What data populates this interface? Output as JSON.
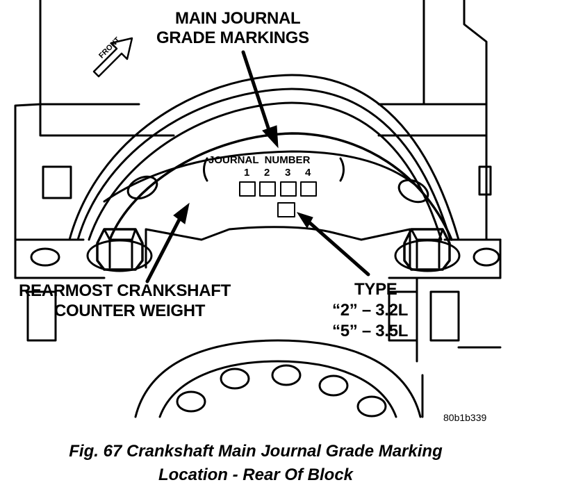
{
  "labels": {
    "main_journal_line1": "MAIN JOURNAL",
    "main_journal_line2": "GRADE MARKINGS",
    "front": "FRONT",
    "journal_number": "JOURNAL  NUMBER",
    "journal_numbers": [
      "1",
      "2",
      "3",
      "4"
    ],
    "counterweight_line1": "REARMOST CRANKSHAFT",
    "counterweight_line2": "COUNTER WEIGHT",
    "type_title": "TYPE",
    "type_line1": "“2” – 3.2L",
    "type_line2": "“5” – 3.5L",
    "figure_code": "80b1b339"
  },
  "caption": {
    "line1": "Fig. 67 Crankshaft Main Journal Grade Marking",
    "line2": "Location - Rear Of Block"
  }
}
